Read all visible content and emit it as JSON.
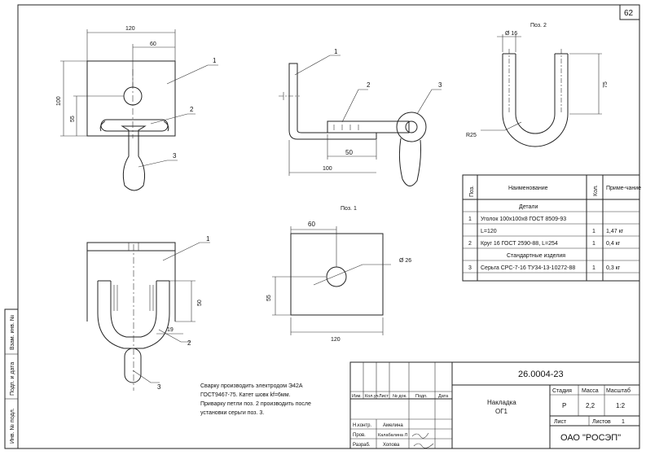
{
  "sheet": {
    "number": "62"
  },
  "views": {
    "pos2_title": "Поз. 2",
    "pos1_title": "Поз. 1"
  },
  "dims": {
    "top_120": "120",
    "top_60": "60",
    "left_100": "100",
    "left_55": "55",
    "side_50": "50",
    "side_100": "100",
    "pos2_d16": "Ø 16",
    "pos2_75": "75",
    "pos2_r25": "R25",
    "bot_50": "50",
    "bot_19": "19",
    "pos1_60": "60",
    "pos1_55": "55",
    "pos1_120": "120",
    "pos1_d26": "Ø 26"
  },
  "callouts": {
    "c1a": "1",
    "c2a": "2",
    "c3a": "3",
    "c1b": "1",
    "c2b": "2",
    "c3b": "3",
    "c1c": "1",
    "c2c": "2",
    "c3c": "3"
  },
  "notes": [
    "Сварку производить электродом Э42А",
    "ГОСТ9467-75. Катет шовк kf=6мм.",
    "Приварку петли поз. 2 производить после",
    "установки серьги поз. 3."
  ],
  "spec": {
    "headers": {
      "pos": "Поз.",
      "name": "Наименование",
      "qty": "Кол.",
      "note": "Приме-чание"
    },
    "section1": "Детали",
    "rows": [
      {
        "pos": "1",
        "name": "Уголок 100х100х8 ГОСТ 8509-93",
        "qty": "",
        "note": ""
      },
      {
        "pos": "",
        "name": "L=120",
        "qty": "1",
        "note": "1,47 кг"
      },
      {
        "pos": "2",
        "name": "Круг 16 ГОСТ 2590-88, L=254",
        "qty": "1",
        "note": "0,4 кг"
      }
    ],
    "section2": "Стандартные изделия",
    "rows2": [
      {
        "pos": "3",
        "name": "Серьга СРС-7-16 ТУ34-13-10272-88",
        "qty": "1",
        "note": "0,3 кг"
      }
    ]
  },
  "title_block": {
    "code": "26.0004-23",
    "name_line1": "Накладка",
    "name_line2": "ОГ1",
    "stage_h": "Стадия",
    "mass_h": "Масса",
    "scale_h": "Масштаб",
    "stage": "Р",
    "mass": "2,2",
    "scale": "1:2",
    "sheet_h": "Лист",
    "sheets_h": "Листов",
    "sheets": "1",
    "org": "ОАО \"РОСЭП\"",
    "change_cols": [
      "Изм.",
      "Кол.уч",
      "Лист",
      "№ док.",
      "Подп.",
      "Дата"
    ],
    "people": [
      {
        "role": "Н.контр.",
        "name": "Амелина"
      },
      {
        "role": "Пров.",
        "name": "Калабалина Л"
      },
      {
        "role": "Разраб.",
        "name": "Хопова"
      }
    ]
  },
  "side_stamp": [
    "Инв. № подл.",
    "Подп. и дата",
    "Взам. инв. №"
  ]
}
